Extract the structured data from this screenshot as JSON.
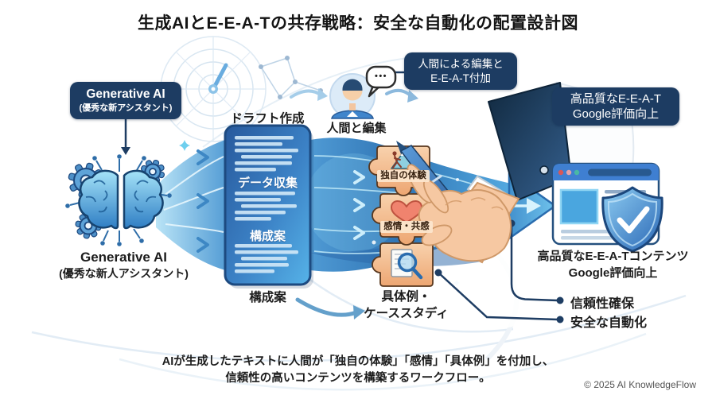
{
  "title": "生成AIとE-E-A-Tの共存戦略：安全な自動化の配置設計図",
  "left_section": {
    "badge": {
      "line1": "Generative AI",
      "line2": "(優秀な新アシスタント)"
    },
    "caption": {
      "line1": "Generative AI",
      "line2": "(優秀な新人アシスタント)"
    }
  },
  "pipeline": {
    "draft_label": "ドラフト作成",
    "document_labels": [
      "データ収集",
      "構成案"
    ],
    "document_bottom_label": "構成案"
  },
  "human_section": {
    "label": "人間と編集",
    "speech_dots": "•••",
    "badge": {
      "line1": "人間による編集と",
      "line2": "E-E-A-T付加"
    }
  },
  "puzzle_section": {
    "pieces": [
      {
        "label": "独自の体験",
        "icon": "hiker-mountain-icon"
      },
      {
        "label": "感情・共感",
        "icon": "heart-icon"
      },
      {
        "label": "具体例・ケーススタディ",
        "label_line1": "具体例・",
        "label_line2": "ケーススタディ",
        "icon": "magnifier-document-icon"
      }
    ]
  },
  "result_section": {
    "badge": {
      "line1": "高品質なE-E-A-T",
      "line2": "Google評価向上"
    },
    "caption": {
      "line1": "高品質なE-E-A-Tコンテンツ",
      "line2": "Google評価向上"
    },
    "bullets": [
      "信頼性確保",
      "安全な自動化"
    ]
  },
  "footer": {
    "line1": "AIが生成したテキストに人間が「独自の体験」「感情」「具体例」を付加し、",
    "line2": "信頼性の高いコンテンツを構築するワークフロー。",
    "copyright": "© 2025 AI KnowledgeFlow"
  },
  "colors": {
    "badge_navy": "#1d3c62",
    "flow_blue": "#3f8ecb",
    "puzzle_peach": "#f4bd93",
    "shield_blue": "#2d6fc0",
    "accent_cyan": "#7fd4f0"
  }
}
